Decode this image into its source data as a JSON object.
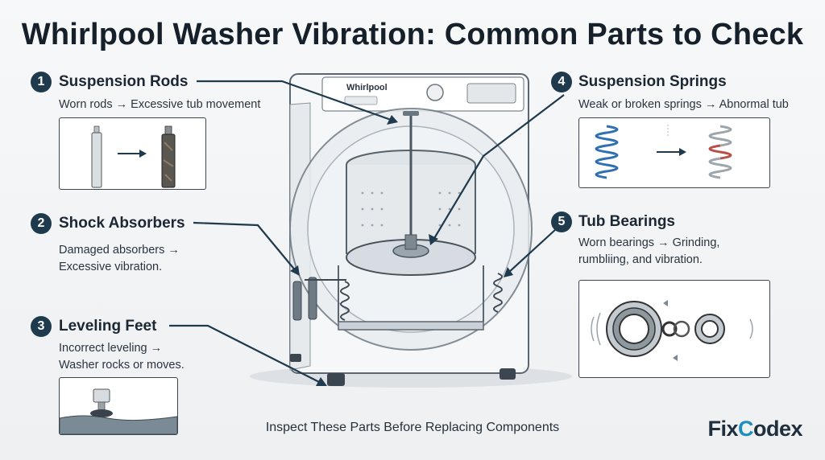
{
  "title": "Whirlpool Washer Vibration: Common Parts to Check",
  "machine_logo": "Whirlpool",
  "sections": [
    {
      "number": "1",
      "title": "Suspension Rods",
      "desc": "Worn rods → Excessive tub movement"
    },
    {
      "number": "2",
      "title": "Shock Absorbers",
      "desc": "Damaged absorbers →\nExcessive vibration."
    },
    {
      "number": "3",
      "title": "Leveling Feet",
      "desc": "Incorrect leveling →\nWasher rocks or moves."
    },
    {
      "number": "4",
      "title": "Suspension Springs",
      "desc": "Weak or broken springs → Abnormal tub"
    },
    {
      "number": "5",
      "title": "Tub Bearings",
      "desc": "Worn bearings → Grinding,\nrumbliing, and vibration."
    }
  ],
  "footer": "Inspect These Parts Before Replacing Components",
  "brand": {
    "part1": "Fix",
    "part2": "C",
    "part3": "odex"
  },
  "colors": {
    "accent": "#1f3a4d",
    "brand_x": "#1a8fc0",
    "spring_blue": "#2f6fb3",
    "spring_worn": "#b5514a"
  },
  "icons": [
    "arrow-right-icon",
    "suspension-rod-icon",
    "spring-icon",
    "bearing-icon",
    "leveling-foot-icon"
  ]
}
